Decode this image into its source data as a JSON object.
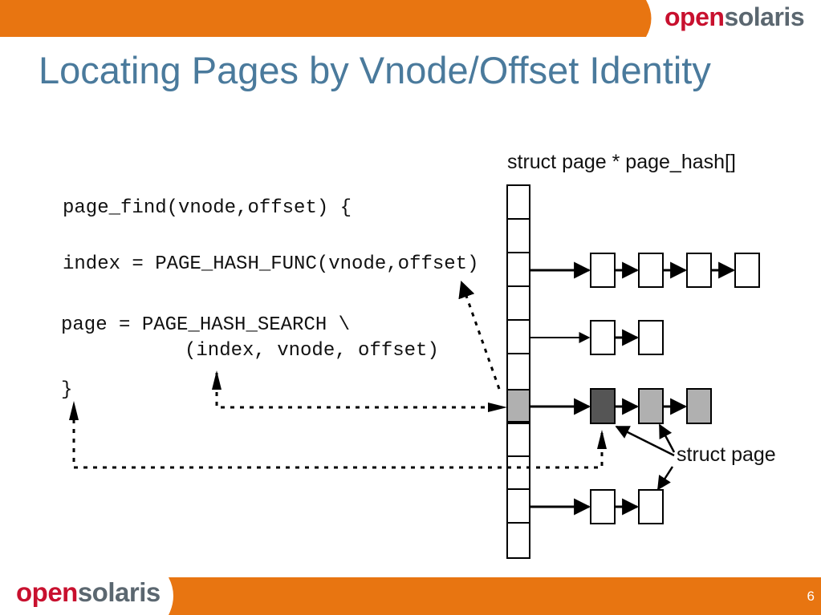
{
  "header": {
    "logo_open": "open",
    "logo_solaris": "solaris"
  },
  "title": "Locating Pages by Vnode/Offset Identity",
  "code": {
    "line1": "page_find(vnode,offset) {",
    "line2": "index = PAGE_HASH_FUNC(vnode,offset)",
    "line3": "page = PAGE_HASH_SEARCH \\",
    "line4": "(index, vnode, offset)",
    "line5": "}"
  },
  "diagram": {
    "hash_label": "struct page * page_hash[]",
    "page_label": "struct page"
  },
  "footer": {
    "logo_open": "open",
    "logo_solaris": "solaris",
    "page_number": "6"
  },
  "colors": {
    "bar_orange": "#e87511",
    "title_blue": "#4a7a9c",
    "logo_red": "#c8102e",
    "logo_gray": "#5b6770",
    "page_found": "#555555",
    "page_chain": "#b0b0b0"
  }
}
